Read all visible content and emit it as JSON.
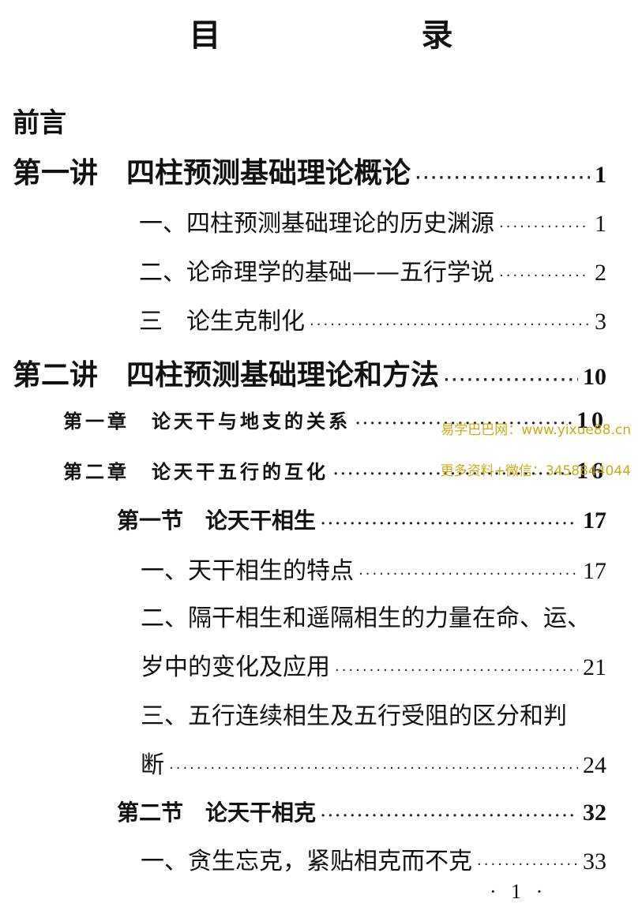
{
  "title": "目 录",
  "preface": "前言",
  "lectures": [
    {
      "label": "第一讲　四柱预测基础理论概论",
      "page": "1"
    },
    {
      "label": "第二讲　四柱预测基础理论和方法",
      "page": "10"
    }
  ],
  "lecture1_items": [
    {
      "label": "一、四柱预测基础理论的历史渊源",
      "page": "1"
    },
    {
      "label": "二、论命理学的基础——五行学说",
      "page": "2"
    },
    {
      "label": "三　论生克制化",
      "page": "3"
    }
  ],
  "chapters": [
    {
      "label": "第一章　论天干与地支的关系",
      "page": "10"
    },
    {
      "label": "第二章　论天干五行的互化",
      "page": "16"
    }
  ],
  "nodes": [
    {
      "label": "第一节　论天干相生",
      "page": "17"
    },
    {
      "label": "第二节　论天干相克",
      "page": "32"
    }
  ],
  "node1_items": {
    "item1": {
      "label": "一、天干相生的特点",
      "page": "17"
    },
    "item2_line1": "二、隔干相生和遥隔相生的力量在命、运、",
    "item2_line2": {
      "label": "岁中的变化及应用",
      "page": "21"
    },
    "item3_line1": "三、五行连续相生及五行受阻的区分和判",
    "item3_line2": {
      "label": "断",
      "page": "24"
    }
  },
  "node2_items": [
    {
      "label": "一、贪生忘克，紧贴相克而不克",
      "page": "33"
    }
  ],
  "watermark": {
    "line1": "易学巴巴网：www.yixue88.cn",
    "line2": "更多资料+微信：3458844044"
  },
  "folio": "· 1 ·"
}
